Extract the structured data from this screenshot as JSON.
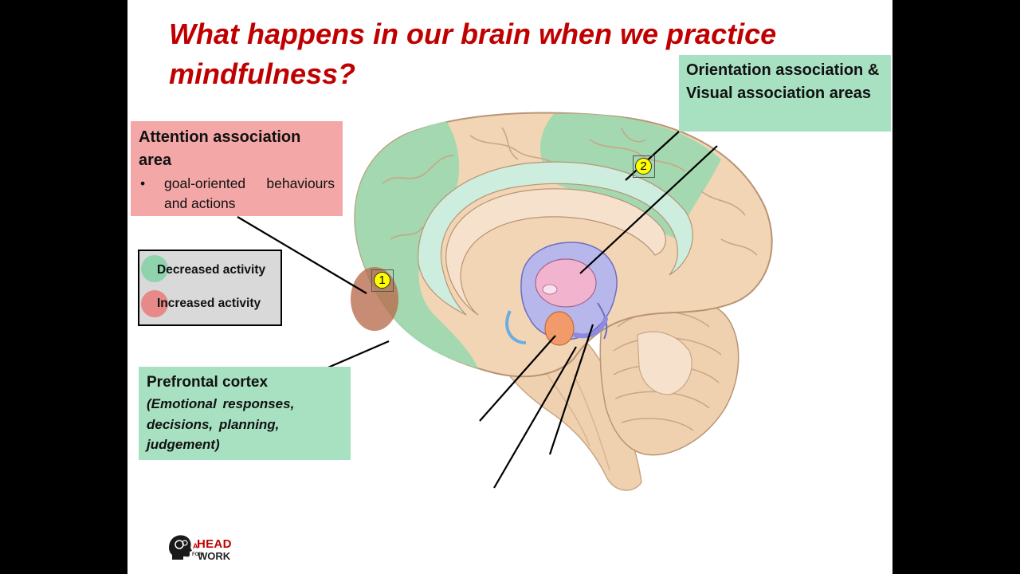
{
  "slide": {
    "title": "What happens in our brain when we practice mindfulness?"
  },
  "attention_box": {
    "heading": "Attention association area",
    "bullet": "goal-oriented behaviours and actions",
    "color": "#f4a7a7"
  },
  "orientation_box": {
    "text": "Orientation association & Visual association areas",
    "color": "#a8e0c2"
  },
  "prefrontal_box": {
    "heading": "Prefrontal cortex",
    "detail": "(Emotional responses, decisions, planning, judgement)",
    "color": "#a8e0c2"
  },
  "legend": {
    "items": [
      {
        "label": "Decreased activity",
        "color": "#8fd3ad"
      },
      {
        "label": "Increased activity",
        "color": "#e88080"
      }
    ]
  },
  "markers": [
    {
      "label": "1"
    },
    {
      "label": "2"
    }
  ],
  "logo": {
    "a": "A",
    "word1": "HEAD",
    "for": "FOR",
    "word2": "WORK"
  },
  "colors": {
    "title": "#c00000",
    "brain_tissue": "#f2d5b5",
    "cortex_green": "#9fd8b0",
    "thalamus": "#f2b3cf",
    "amygdala": "#f39a6b",
    "limbic_blue": "#b8b7ec"
  }
}
